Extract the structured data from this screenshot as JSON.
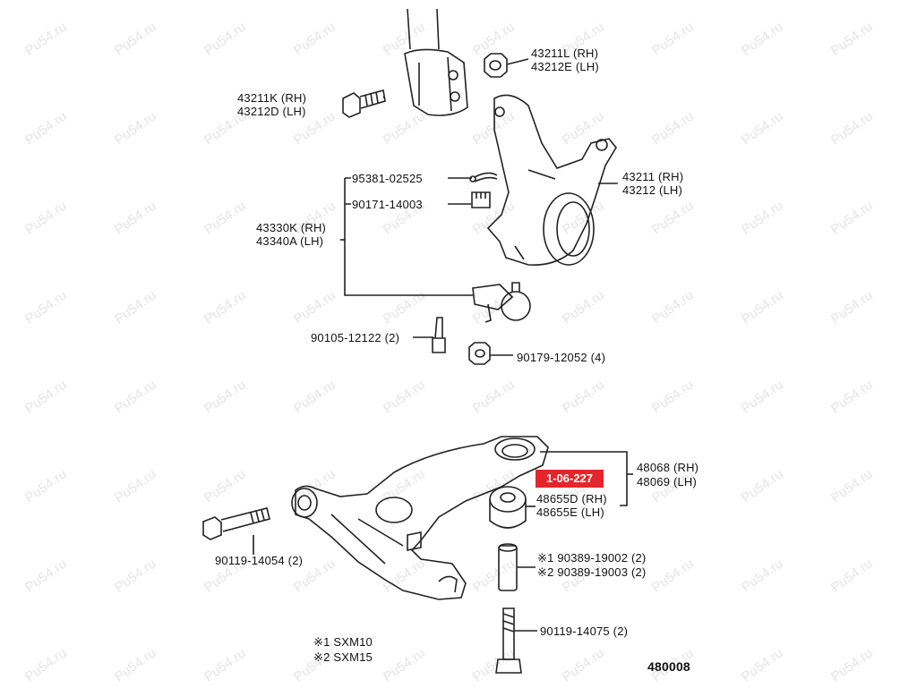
{
  "watermark": "Pu54.ru",
  "highlight_badge": "1-06-227",
  "diagram_code": "480008",
  "upper": {
    "nut_top": [
      "43211L (RH)",
      "43212E (LH)"
    ],
    "bolt_left": [
      "43211K (RH)",
      "43212D (LH)"
    ],
    "cotter_pin": "95381-02525",
    "castle_nut": "90171-14003",
    "ball_joint": [
      "43330K (RH)",
      "43340A (LH)"
    ],
    "knuckle": [
      "43211 (RH)",
      "43212 (LH)"
    ],
    "bolt_small": "90105-12122 (2)",
    "nut_small": "90179-12052 (4)"
  },
  "lower": {
    "arm": [
      "48068 (RH)",
      "48069 (LH)"
    ],
    "bushing": [
      "48655D (RH)",
      "48655E (LH)"
    ],
    "front_bolt": "90119-14054 (2)",
    "collar": [
      "※1 90389-19002 (2)",
      "※2 90389-19003 (2)"
    ],
    "rear_bolt": "90119-14075 (2)",
    "legend": [
      "※1 SXM10",
      "※2 SXM15"
    ]
  },
  "colors": {
    "line": "#222222",
    "badge": "#e3262b",
    "watermark": "#d9d9d9"
  }
}
